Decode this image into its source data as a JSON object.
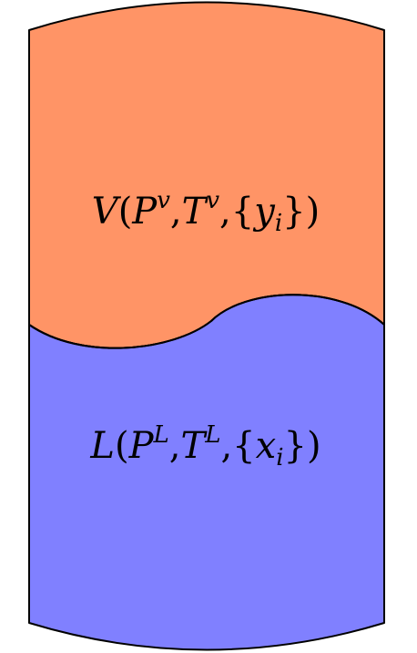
{
  "phases": {
    "vapor": {
      "color": "#FF9466",
      "label": {
        "symbol": "V",
        "open_paren": "(",
        "pressure": "P",
        "pressure_sup": "v",
        "comma1": ",",
        "temperature": "T",
        "temperature_sup": "v",
        "comma2": ",",
        "open_brace": "{",
        "composition": "y",
        "composition_sub": "i",
        "close_brace": "}",
        "close_paren": ")"
      }
    },
    "liquid": {
      "color": "#8080FF",
      "label": {
        "symbol": "L",
        "open_paren": "(",
        "pressure": "P",
        "pressure_sup": "L",
        "comma1": ",",
        "temperature": "T",
        "temperature_sup": "L",
        "comma2": ",",
        "open_brace": "{",
        "composition": "x",
        "composition_sub": "i",
        "close_brace": "}",
        "close_paren": ")"
      }
    },
    "outline_color": "#000000"
  }
}
